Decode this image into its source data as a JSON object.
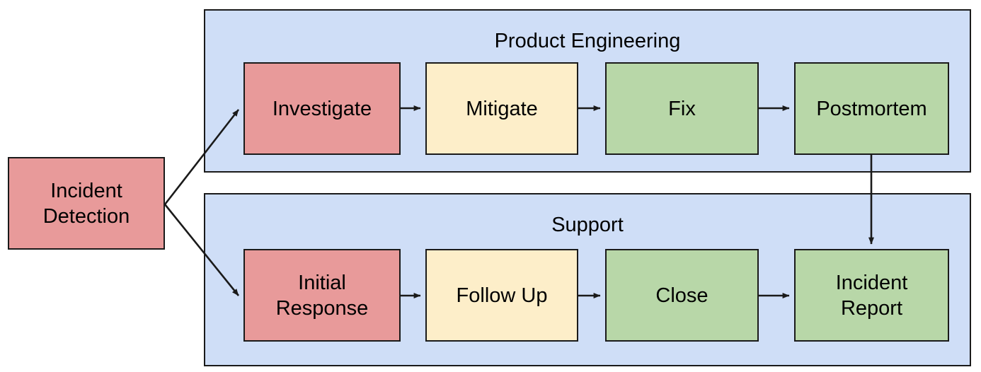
{
  "diagram": {
    "title_visible": false,
    "colors": {
      "pool_fill": "#cfdef7",
      "node_red": "#e89a9a",
      "node_yellow": "#fdeec9",
      "node_green": "#b8d7a8",
      "stroke": "#1a1a1a",
      "canvas": "#ffffff"
    },
    "start_node": {
      "id": "incident-detection",
      "label_line1": "Incident",
      "label_line2": "Detection",
      "color": "red"
    },
    "pools": [
      {
        "id": "product-engineering",
        "label": "Product Engineering",
        "nodes": [
          {
            "id": "investigate",
            "label_line1": "Investigate",
            "label_line2": "",
            "color": "red"
          },
          {
            "id": "mitigate",
            "label_line1": "Mitigate",
            "label_line2": "",
            "color": "yellow"
          },
          {
            "id": "fix",
            "label_line1": "Fix",
            "label_line2": "",
            "color": "green"
          },
          {
            "id": "postmortem",
            "label_line1": "Postmortem",
            "label_line2": "",
            "color": "green"
          }
        ]
      },
      {
        "id": "support",
        "label": "Support",
        "nodes": [
          {
            "id": "initial-response",
            "label_line1": "Initial",
            "label_line2": "Response",
            "color": "red"
          },
          {
            "id": "follow-up",
            "label_line1": "Follow Up",
            "label_line2": "",
            "color": "yellow"
          },
          {
            "id": "close",
            "label_line1": "Close",
            "label_line2": "",
            "color": "green"
          },
          {
            "id": "incident-report",
            "label_line1": "Incident",
            "label_line2": "Report",
            "color": "green"
          }
        ]
      }
    ],
    "edges": [
      {
        "from": "incident-detection",
        "to": "investigate",
        "style": "diagonal-up"
      },
      {
        "from": "incident-detection",
        "to": "initial-response",
        "style": "diagonal-down"
      },
      {
        "from": "investigate",
        "to": "mitigate",
        "style": "straight-right"
      },
      {
        "from": "mitigate",
        "to": "fix",
        "style": "straight-right"
      },
      {
        "from": "fix",
        "to": "postmortem",
        "style": "straight-right"
      },
      {
        "from": "initial-response",
        "to": "follow-up",
        "style": "straight-right"
      },
      {
        "from": "follow-up",
        "to": "close",
        "style": "straight-right"
      },
      {
        "from": "close",
        "to": "incident-report",
        "style": "straight-right"
      },
      {
        "from": "postmortem",
        "to": "incident-report",
        "style": "vertical-down"
      }
    ]
  }
}
